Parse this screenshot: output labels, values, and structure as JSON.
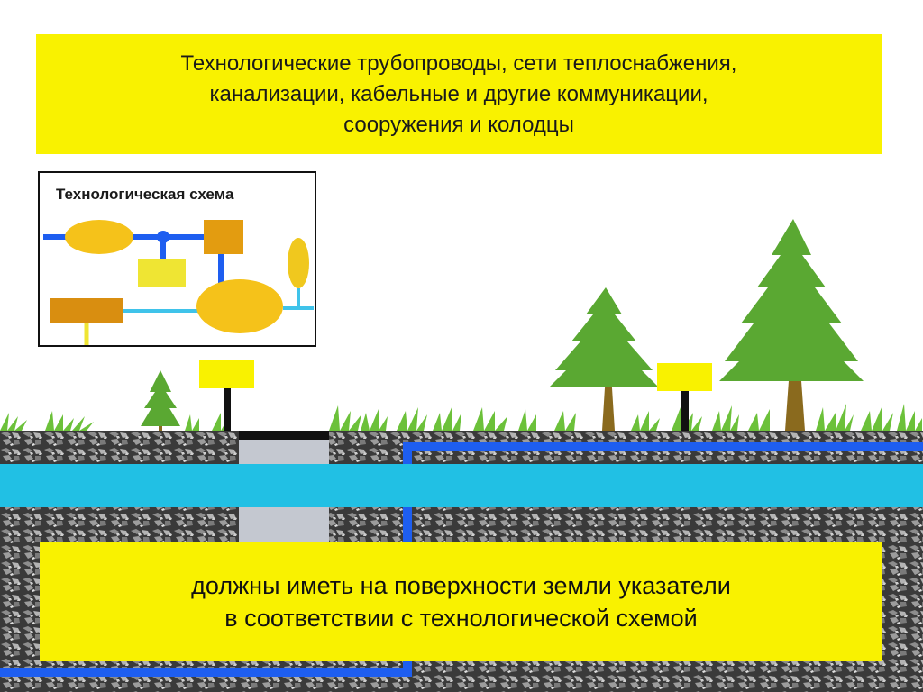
{
  "header": {
    "lines": [
      "Технологические трубопроводы, сети теплоснабжения,",
      "канализации, кабельные и другие коммуникации,",
      "сооружения и колодцы"
    ]
  },
  "scheme": {
    "title": "Технологическая схема"
  },
  "footer": {
    "lines": [
      "должны иметь на поверхности земли указатели",
      "в соответствии с технологической схемой"
    ]
  },
  "colors": {
    "banner": "#f9f200",
    "pipe_cyan": "#21c0e4",
    "pipe_blue": "#1e5ef0",
    "tree_green": "#5aa832",
    "trunk": "#8a6a1e",
    "well_gray": "#c4c8d0",
    "orange": "#f5c21a",
    "brown_box": "#d98e10"
  },
  "icons": [
    "tree-icon",
    "grass-icon",
    "sign-icon",
    "well-icon",
    "pipe-icon"
  ]
}
